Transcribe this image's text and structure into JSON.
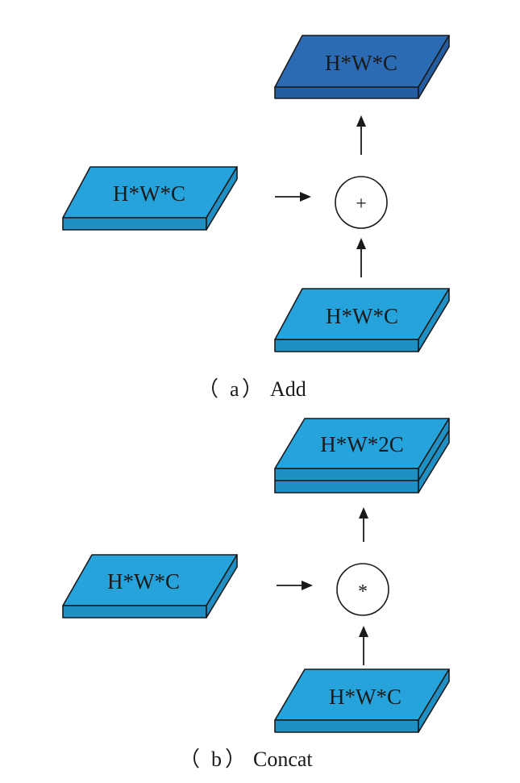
{
  "colors": {
    "slab_light_top": "#27a3dc",
    "slab_light_side": "#1f8fc4",
    "slab_dark_top": "#2b6bb3",
    "slab_dark_side": "#245da0",
    "outline": "#1a1a1a"
  },
  "add": {
    "input_left_label": "H*W*C",
    "input_bottom_label": "H*W*C",
    "output_label": "H*W*C",
    "operator_symbol": "+",
    "caption_open": "（",
    "caption_letter": "a",
    "caption_close": "）",
    "caption_name": "Add"
  },
  "concat": {
    "input_left_label": "H*W*C",
    "input_bottom_label": "H*W*C",
    "output_label": "H*W*2C",
    "operator_symbol": "*",
    "caption_open": "（",
    "caption_letter": "b",
    "caption_close": "）",
    "caption_name": "Concat"
  }
}
